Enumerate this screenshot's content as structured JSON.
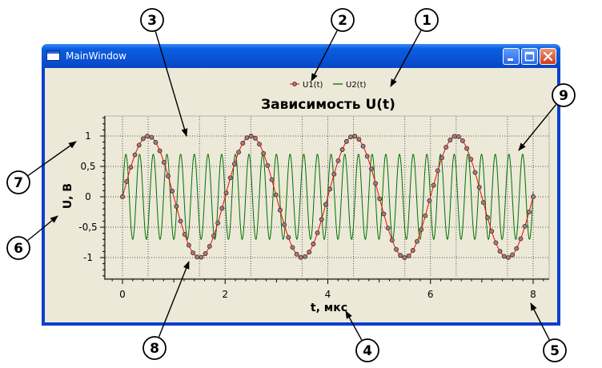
{
  "window": {
    "title": "MainWindow",
    "icon": "app-window-icon",
    "controls": {
      "minimize": "minimize-icon",
      "maximize": "maximize-icon",
      "close": "close-icon"
    }
  },
  "chart_data": {
    "type": "line",
    "title": "Зависимость U(t)",
    "xlabel": "t, мкс",
    "ylabel": "U, В",
    "xlim": [
      -0.2,
      8.3
    ],
    "ylim": [
      -1.3,
      1.3
    ],
    "x_ticks": [
      0,
      2,
      4,
      6,
      8
    ],
    "y_ticks": [
      1,
      0.5,
      0,
      -0.5,
      -1
    ],
    "x_tick_labels": [
      "0",
      "2",
      "4",
      "6",
      "8"
    ],
    "y_tick_labels": [
      "1",
      "0,5",
      "0",
      "-0,5",
      "-1"
    ],
    "grid": true,
    "legend_position": "top-center",
    "series": [
      {
        "name": "U1(t)",
        "function": "sin",
        "amplitude": 1,
        "period": 2,
        "x_range": [
          0,
          8
        ],
        "points": 100,
        "line_color": "#ff0000",
        "marker": "circle",
        "marker_fill": "#8a8a8a",
        "marker_edge": "#6a1e1e"
      },
      {
        "name": "U2(t)",
        "function": "sin",
        "amplitude": 0.7,
        "period": 0.2665,
        "x_range": [
          0,
          8
        ],
        "line_color": "#007000",
        "marker": "none"
      }
    ]
  },
  "callouts": [
    {
      "label": "1",
      "meaning": "title"
    },
    {
      "label": "2",
      "meaning": "legend"
    },
    {
      "label": "3",
      "meaning": "canvas"
    },
    {
      "label": "4",
      "meaning": "x axis title"
    },
    {
      "label": "5",
      "meaning": "x axis scale"
    },
    {
      "label": "6",
      "meaning": "y axis title"
    },
    {
      "label": "7",
      "meaning": "y axis scale"
    },
    {
      "label": "8",
      "meaning": "curve U1"
    },
    {
      "label": "9",
      "meaning": "curve U2"
    }
  ]
}
